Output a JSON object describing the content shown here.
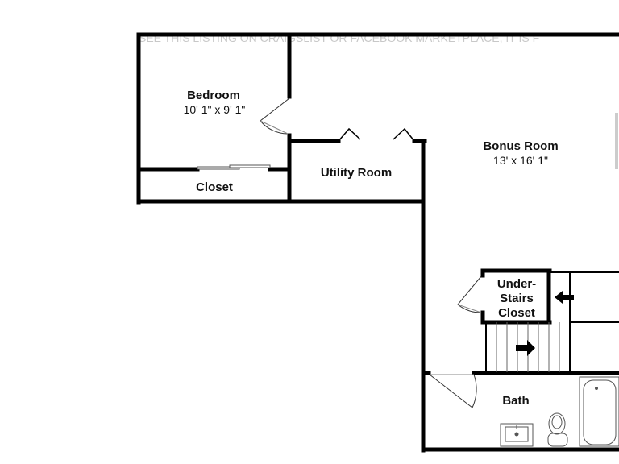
{
  "watermark": {
    "top_text": "SEE THIS LISTING ON CRAIGSLIST OR FACEBOOK MARKETPLACE, IT IS F"
  },
  "colors": {
    "wall": "#000000",
    "fixture_line": "#555555",
    "background": "#ffffff",
    "watermark": "#c8c8c8"
  },
  "rooms": {
    "bedroom": {
      "name": "Bedroom",
      "dims": "10' 1\" x 9' 1\""
    },
    "closet": {
      "name": "Closet"
    },
    "utility": {
      "name": "Utility Room"
    },
    "bonus": {
      "name": "Bonus Room",
      "dims": "13' x 16' 1\""
    },
    "under_stairs": {
      "lines": [
        "Under-",
        "Stairs",
        "Closet"
      ]
    },
    "bath": {
      "name": "Bath"
    }
  },
  "icons": {
    "stair_arrows": [
      "arrow-left-icon",
      "arrow-right-icon"
    ],
    "fixtures": [
      "sink-icon",
      "toilet-icon",
      "bathtub-icon"
    ]
  }
}
